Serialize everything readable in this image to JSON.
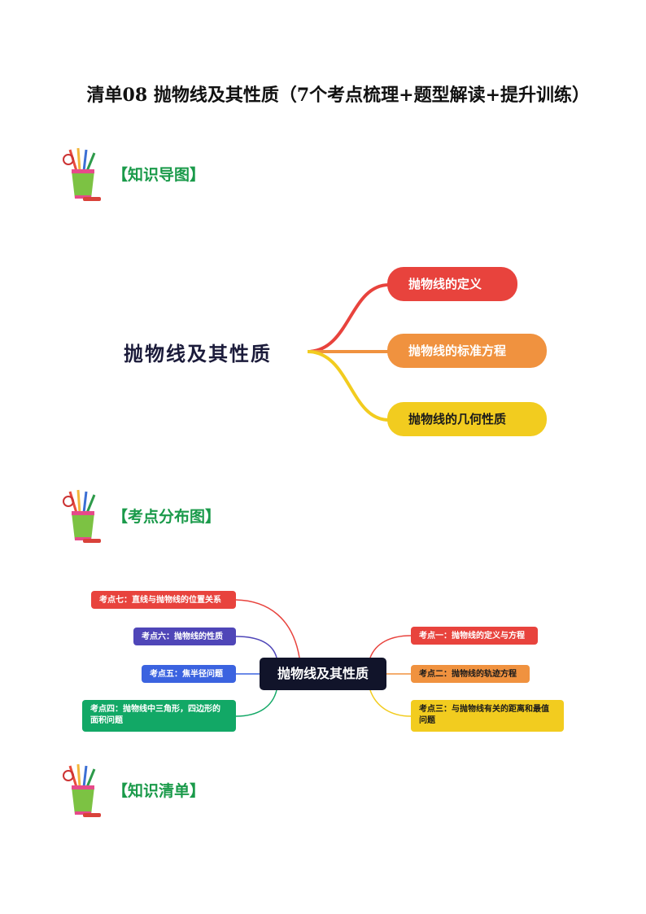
{
  "title": "清单08  抛物线及其性质（7个考点梳理+题型解读+提升训练）",
  "sections": {
    "knowledge_map": "【知识导图】",
    "point_map": "【考点分布图】",
    "knowledge_list": "【知识清单】"
  },
  "mindmap1": {
    "root": "抛物线及其性质",
    "branches": [
      {
        "label": "抛物线的定义",
        "color": "#e8433d"
      },
      {
        "label": "抛物线的标准方程",
        "color": "#f0923f"
      },
      {
        "label": "抛物线的几何性质",
        "color": "#f2cc1f"
      }
    ]
  },
  "mindmap2": {
    "root": "抛物线及其性质",
    "left": [
      {
        "label": "考点七：直线与抛物线的位置关系",
        "color": "#e8433d"
      },
      {
        "label": "考点六：抛物线的性质",
        "color": "#4f46b8"
      },
      {
        "label": "考点五：焦半径问题",
        "color": "#3b63e0"
      },
      {
        "label": "考点四：抛物线中三角形，四边形的面积问题",
        "color": "#12a866"
      }
    ],
    "right": [
      {
        "label": "考点一：抛物线的定义与方程",
        "color": "#e8433d"
      },
      {
        "label": "考点二：抛物线的轨迹方程",
        "color": "#f0923f"
      },
      {
        "label": "考点三：与抛物线有关的距离和最值问题",
        "color": "#f2cc1f"
      }
    ]
  },
  "icons": [
    "pencil-cup-icon"
  ]
}
